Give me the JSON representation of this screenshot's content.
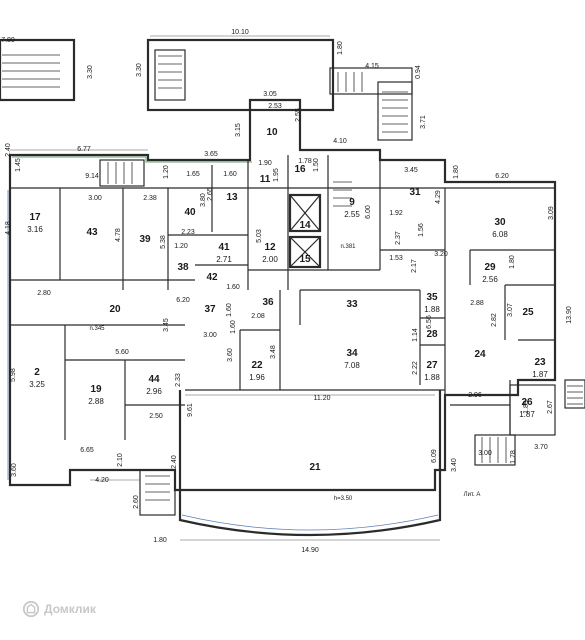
{
  "watermark": {
    "brand": "Домклик",
    "icon": "domclick-logo-icon"
  },
  "rooms": [
    {
      "num": "17",
      "area": "3.16"
    },
    {
      "num": "43",
      "area": ""
    },
    {
      "num": "39",
      "area": ""
    },
    {
      "num": "40",
      "area": ""
    },
    {
      "num": "13",
      "area": ""
    },
    {
      "num": "11",
      "area": ""
    },
    {
      "num": "16",
      "area": ""
    },
    {
      "num": "14",
      "area": ""
    },
    {
      "num": "15",
      "area": ""
    },
    {
      "num": "12",
      "area": "2.00"
    },
    {
      "num": "9",
      "area": "2.55"
    },
    {
      "num": "10",
      "area": ""
    },
    {
      "num": "31",
      "area": ""
    },
    {
      "num": "30",
      "area": "6.08"
    },
    {
      "num": "38",
      "area": ""
    },
    {
      "num": "41",
      "area": "2.71"
    },
    {
      "num": "42",
      "area": ""
    },
    {
      "num": "37",
      "area": ""
    },
    {
      "num": "36",
      "area": ""
    },
    {
      "num": "20",
      "area": ""
    },
    {
      "num": "33",
      "area": ""
    },
    {
      "num": "35",
      "area": "1.88"
    },
    {
      "num": "28",
      "area": ""
    },
    {
      "num": "27",
      "area": "1.88"
    },
    {
      "num": "29",
      "area": "2.56"
    },
    {
      "num": "25",
      "area": ""
    },
    {
      "num": "24",
      "area": ""
    },
    {
      "num": "23",
      "area": "1.87"
    },
    {
      "num": "26",
      "area": "1.87"
    },
    {
      "num": "2",
      "area": "3.25"
    },
    {
      "num": "19",
      "area": "2.88"
    },
    {
      "num": "44",
      "area": "2.96"
    },
    {
      "num": "22",
      "area": "1.96"
    },
    {
      "num": "34",
      "area": "7.08"
    },
    {
      "num": "21",
      "area": ""
    }
  ],
  "dimensions": [
    "7.80",
    "3.30",
    "3.30",
    "10.10",
    "1.80",
    "4.15",
    "0.94",
    "3.05",
    "2.53",
    "2.55",
    "3.71",
    "3.15",
    "4.10",
    "6.77",
    "2.40",
    "3.65",
    "1.90",
    "1.78",
    "1.45",
    "9.14",
    "1.20",
    "1.65",
    "1.60",
    "1.95",
    "3.45",
    "1.80",
    "6.20",
    "3.00",
    "2.38",
    "3.80",
    "2.65",
    "1.92",
    "4.29",
    "3.09",
    "4.18",
    "4.78",
    "5.38",
    "2.23",
    "5.03",
    "6.00",
    "2.37",
    "1.56",
    "1.20",
    "3.20",
    "1.53",
    "2.17",
    "1.80",
    "2.80",
    "6.20",
    "1.60",
    "2.08",
    "3.45",
    "6.56",
    "2.88",
    "2.82",
    "3.07",
    "13.90",
    "5.60",
    "3.00",
    "3.60",
    "3.48",
    "1.60",
    "1.14",
    "2.22",
    "5.98",
    "9.61",
    "2.33",
    "2.50",
    "11.20",
    "2.96",
    "2.67",
    "1.89",
    "3.70",
    "6.65",
    "2.10",
    "4.20",
    "2.40",
    "3.60",
    "2.60",
    "1.80",
    "6.09",
    "3.40",
    "3.00",
    "1.78",
    "14.90",
    "1.50"
  ],
  "notes": [
    "n.345",
    "n.381",
    "h=3.50",
    "Лит. А",
    "1.60"
  ]
}
